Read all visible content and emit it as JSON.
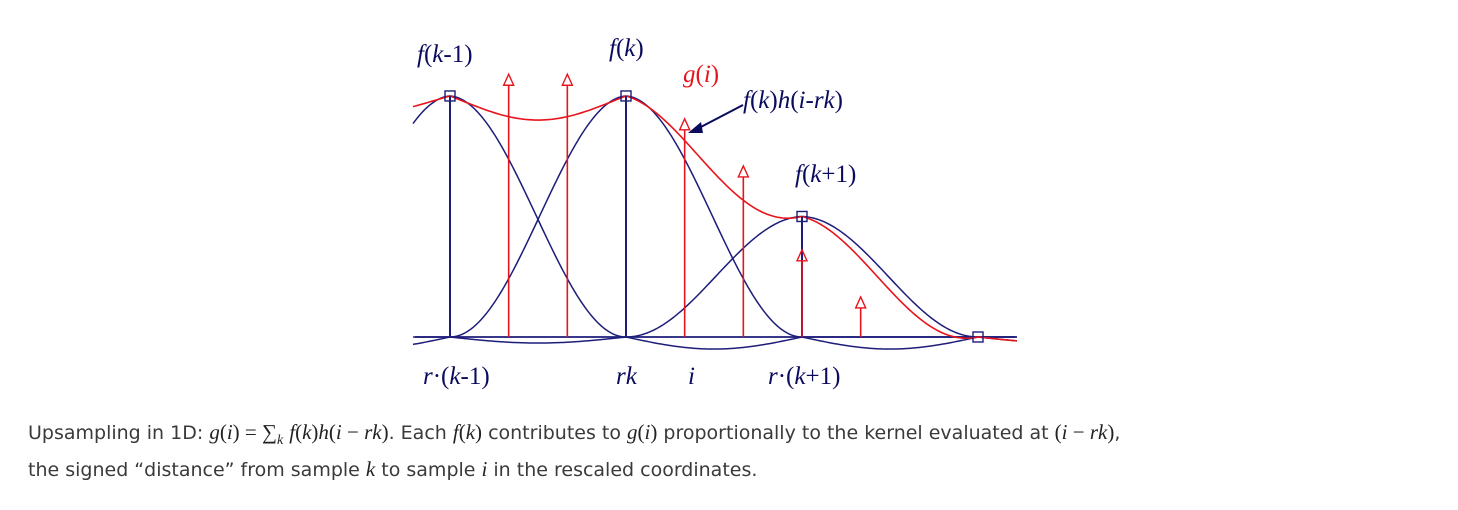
{
  "figure": {
    "labels": {
      "fk_minus_1": [
        "f",
        "(",
        "k",
        "-1)"
      ],
      "fk": [
        "f",
        "(",
        "k",
        ")"
      ],
      "gi": [
        "g",
        "(",
        "i",
        ")"
      ],
      "fkh": [
        "f",
        "(",
        "k",
        ")",
        "h",
        "(",
        "i",
        "-",
        "rk",
        ")"
      ],
      "fk_plus_1": [
        "f",
        "(",
        "k",
        "+1)"
      ],
      "x_r_k_minus_1": [
        "r",
        "·(",
        "k",
        "-1)"
      ],
      "x_rk": "rk",
      "x_i": "i",
      "x_r_k_plus_1": [
        "r",
        "·(",
        "k",
        "+1)"
      ]
    },
    "colors": {
      "kernel": "#1d1d7a",
      "signal": "#e8141c",
      "background": "#ffffff"
    },
    "samples_f": [
      0.92,
      0.92,
      0.46,
      0.0
    ],
    "samples_g": [
      0.98,
      0.98,
      0.81,
      0.63,
      0.31,
      0.13
    ]
  },
  "caption": {
    "lead": "Upsampling in 1D: ",
    "formula": [
      "g",
      "(",
      "i",
      ") = ∑",
      "k",
      " ",
      "f",
      "(",
      "k",
      ")",
      "h",
      "(",
      "i",
      " − ",
      "rk",
      ")"
    ],
    "s1": ". Each ",
    "fk": [
      "f",
      "(",
      "k",
      ")"
    ],
    "s2": " contributes to ",
    "gi": [
      "g",
      "(",
      "i",
      ")"
    ],
    "s3": " proportionally to the kernel evaluated at ",
    "irk": [
      "(",
      "i",
      " − ",
      "rk",
      ")"
    ],
    "s4": ",",
    "s5": "the signed “distance” from sample ",
    "k": "k",
    "s6": " to sample ",
    "i": "i",
    "s7": " in the rescaled coordinates."
  }
}
